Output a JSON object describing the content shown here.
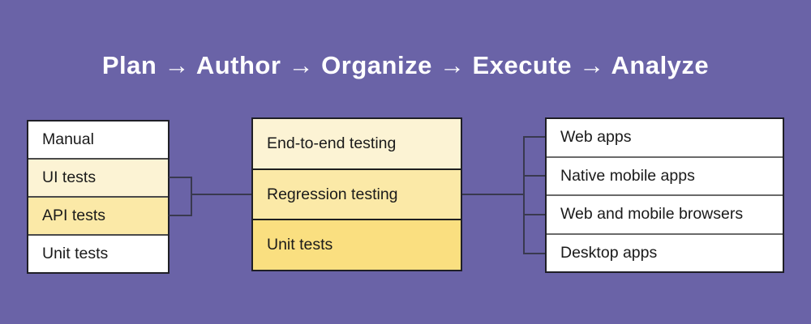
{
  "title": "Plan → Author → Organize → Execute → Analyze",
  "left_box": {
    "rows": [
      {
        "label": "Manual",
        "tint": "none"
      },
      {
        "label": "UI tests",
        "tint": "light"
      },
      {
        "label": "API tests",
        "tint": "mid"
      },
      {
        "label": "Unit tests",
        "tint": "none"
      }
    ]
  },
  "middle_box": {
    "rows": [
      {
        "label": "End-to-end testing",
        "tint": "light"
      },
      {
        "label": "Regression testing",
        "tint": "mid"
      },
      {
        "label": "Unit tests",
        "tint": "dark"
      }
    ]
  },
  "right_box": {
    "rows": [
      {
        "label": "Web apps",
        "tint": "none"
      },
      {
        "label": "Native mobile apps",
        "tint": "none"
      },
      {
        "label": "Web and mobile browsers",
        "tint": "none"
      },
      {
        "label": "Desktop apps",
        "tint": "none"
      }
    ]
  },
  "colors": {
    "background": "#6A63A7",
    "title_text": "#FFFFFF",
    "box_text": "#1A1A1A",
    "row_white": "#FFFFFF",
    "tint_light": "#FCF3D4",
    "tint_mid": "#FBE9A7",
    "tint_dark": "#FADF80",
    "box_border": "#1F1F26",
    "connector": "#39394F"
  }
}
